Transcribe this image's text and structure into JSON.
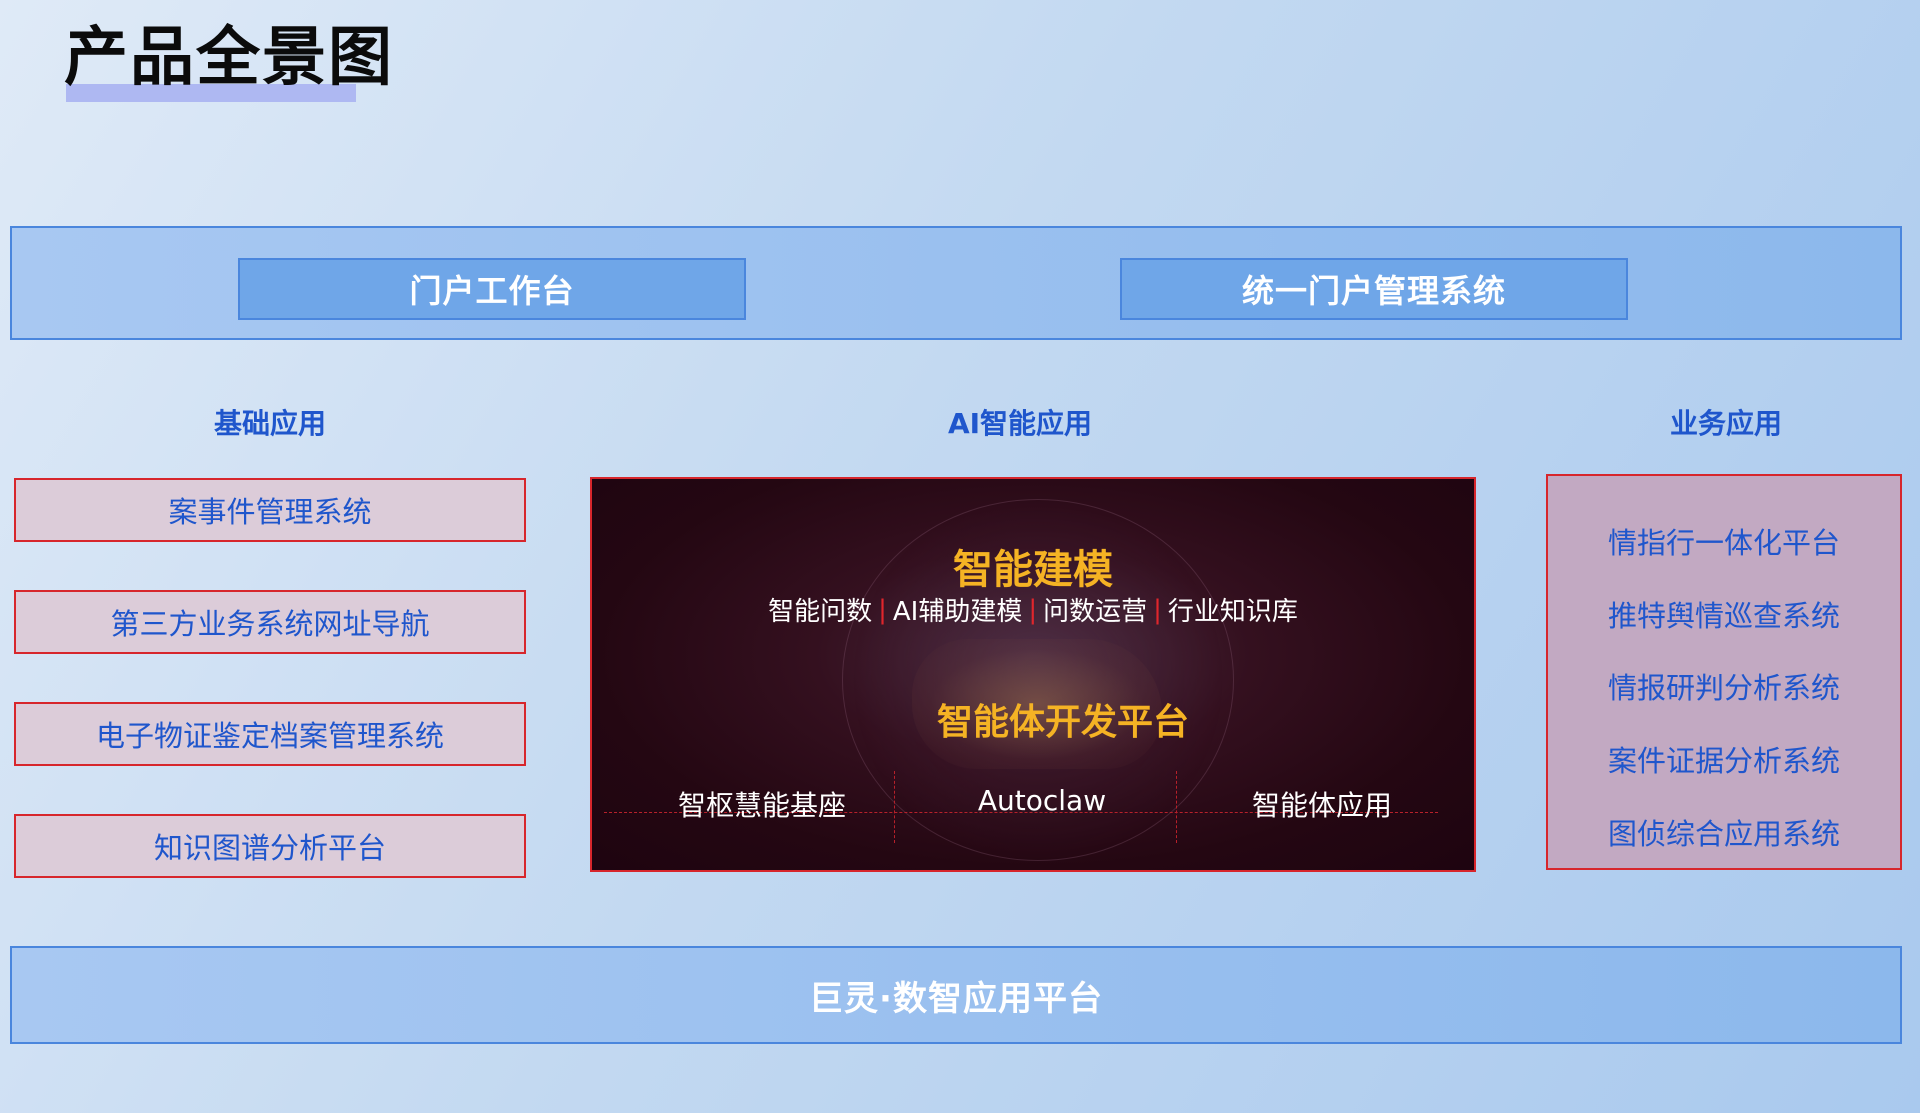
{
  "page": {
    "title": "产品全景图"
  },
  "top_band": {
    "portal_workbench": "门户工作台",
    "unified_portal": "统一门户管理系统"
  },
  "columns": {
    "basic": {
      "heading": "基础应用",
      "items": [
        "案事件管理系统",
        "第三方业务系统网址导航",
        "电子物证鉴定档案管理系统",
        "知识图谱分析平台"
      ]
    },
    "ai": {
      "heading": "AI智能应用",
      "modeling_title": "智能建模",
      "modeling_tags": [
        "智能问数",
        "AI辅助建模",
        "问数运营",
        "行业知识库"
      ],
      "agent_title": "智能体开发平台",
      "agent_items": [
        "智枢慧能基座",
        "Autoclaw",
        "智能体应用"
      ]
    },
    "business": {
      "heading": "业务应用",
      "items": [
        "情指行一体化平台",
        "推特舆情巡查系统",
        "情报研判分析系统",
        "案件证据分析系统",
        "图侦综合应用系统"
      ]
    }
  },
  "bottom_band": {
    "label": "巨灵·数智应用平台"
  },
  "colors": {
    "accent_blue": "#1f56cc",
    "border_red": "#d7262c",
    "gold": "#f5b324",
    "band_blue": "#8cb8ec"
  }
}
